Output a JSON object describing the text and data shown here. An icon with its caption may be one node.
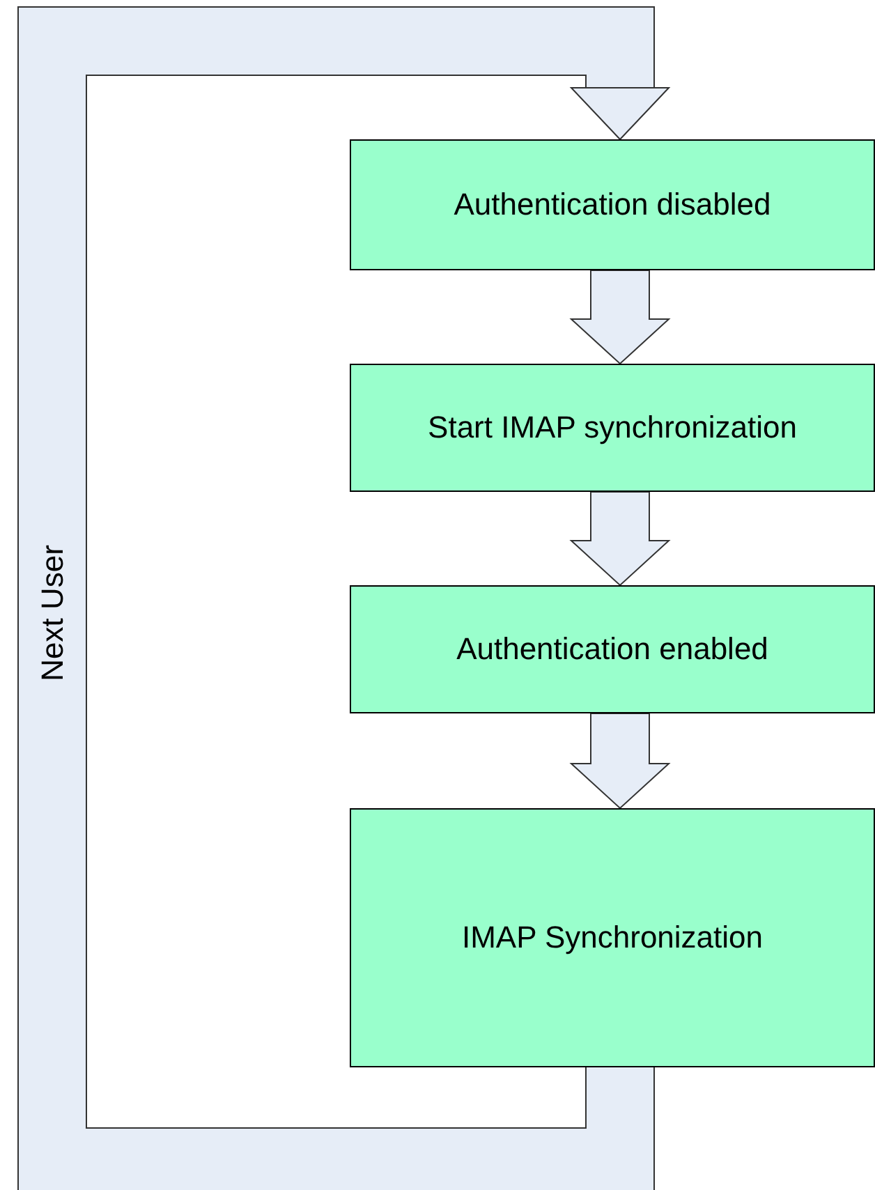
{
  "diagram": {
    "nodes": [
      {
        "text": [
          "Authentication disabled"
        ]
      },
      {
        "text": [
          "Start IMAP synchronization"
        ]
      },
      {
        "text": [
          "Authentication enabled"
        ]
      },
      {
        "text": [
          "IMAP Synchronization"
        ]
      }
    ],
    "edges": [
      {
        "from": 0,
        "to": 1,
        "arrow": "to"
      },
      {
        "from": 1,
        "to": 2,
        "arrow": "to"
      },
      {
        "from": 2,
        "to": 3,
        "arrow": "to"
      },
      {
        "from": 3,
        "to": 0,
        "arrow": "to",
        "label": "Next User"
      }
    ]
  }
}
